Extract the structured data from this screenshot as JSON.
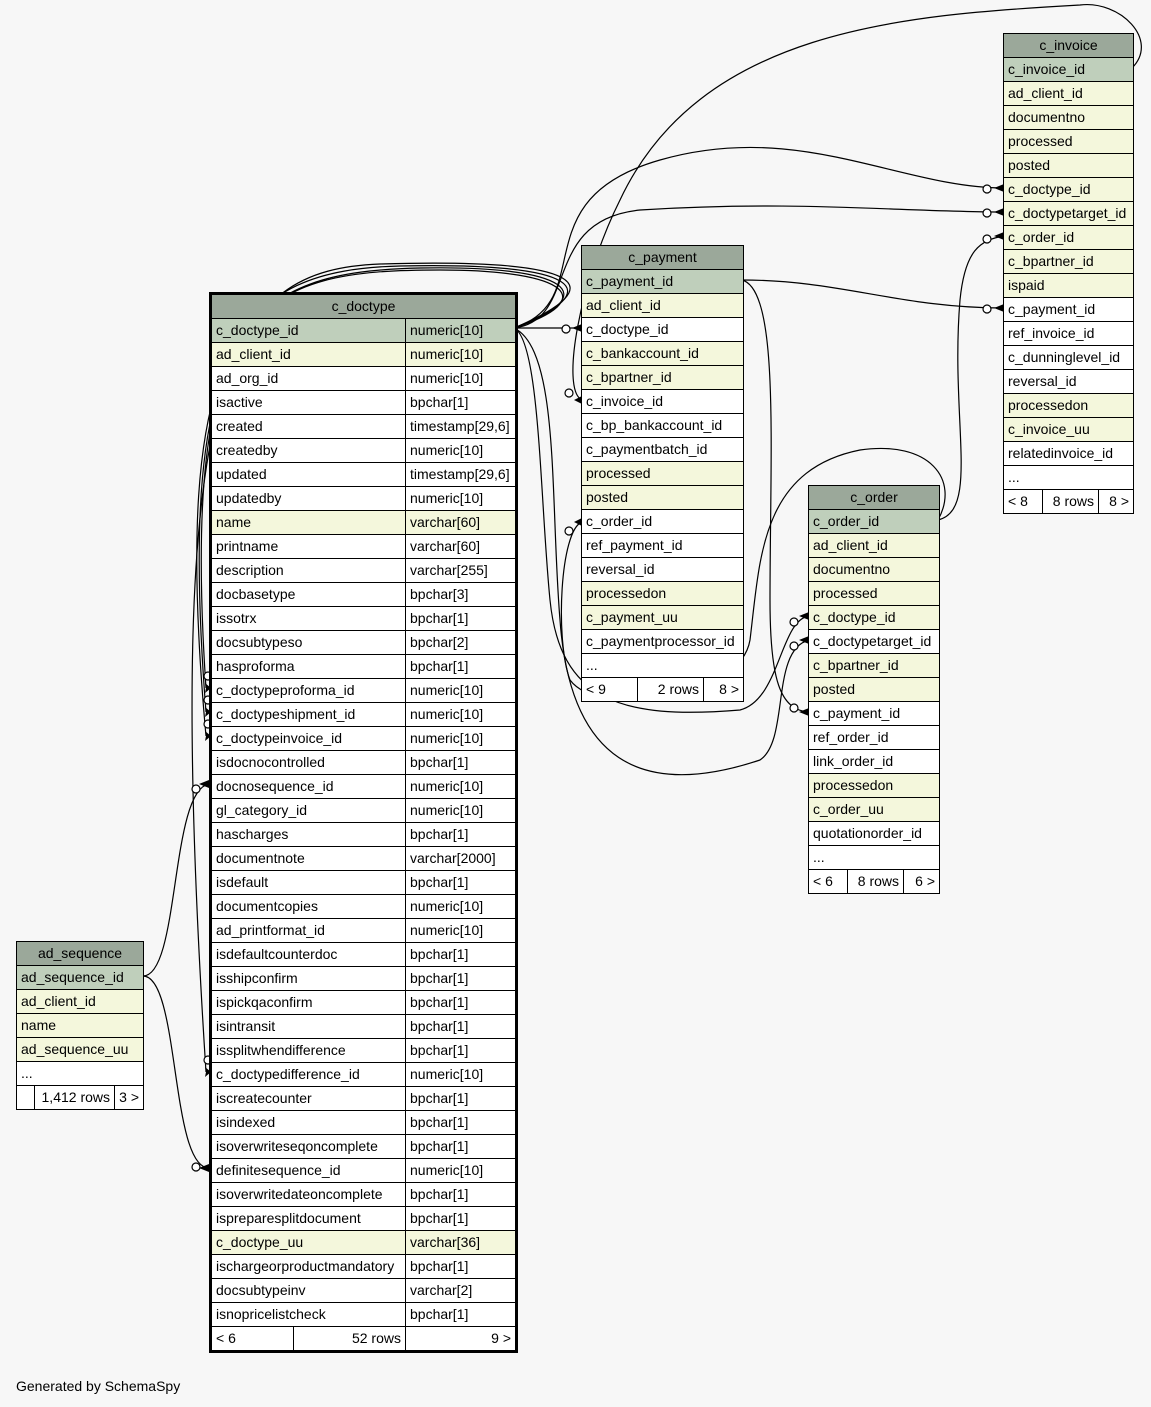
{
  "credit": "Generated by SchemaSpy",
  "tables": [
    {
      "id": "c_doctype",
      "name": "c_doctype",
      "typed": true,
      "focus": true,
      "columns": [
        {
          "name": "c_doctype_id",
          "type": "numeric[10]",
          "kind": "pk"
        },
        {
          "name": "ad_client_id",
          "type": "numeric[10]",
          "kind": "fk"
        },
        {
          "name": "ad_org_id",
          "type": "numeric[10]",
          "kind": ""
        },
        {
          "name": "isactive",
          "type": "bpchar[1]",
          "kind": ""
        },
        {
          "name": "created",
          "type": "timestamp[29,6]",
          "kind": ""
        },
        {
          "name": "createdby",
          "type": "numeric[10]",
          "kind": ""
        },
        {
          "name": "updated",
          "type": "timestamp[29,6]",
          "kind": ""
        },
        {
          "name": "updatedby",
          "type": "numeric[10]",
          "kind": ""
        },
        {
          "name": "name",
          "type": "varchar[60]",
          "kind": "fk"
        },
        {
          "name": "printname",
          "type": "varchar[60]",
          "kind": ""
        },
        {
          "name": "description",
          "type": "varchar[255]",
          "kind": ""
        },
        {
          "name": "docbasetype",
          "type": "bpchar[3]",
          "kind": ""
        },
        {
          "name": "issotrx",
          "type": "bpchar[1]",
          "kind": ""
        },
        {
          "name": "docsubtypeso",
          "type": "bpchar[2]",
          "kind": ""
        },
        {
          "name": "hasproforma",
          "type": "bpchar[1]",
          "kind": ""
        },
        {
          "name": "c_doctypeproforma_id",
          "type": "numeric[10]",
          "kind": ""
        },
        {
          "name": "c_doctypeshipment_id",
          "type": "numeric[10]",
          "kind": ""
        },
        {
          "name": "c_doctypeinvoice_id",
          "type": "numeric[10]",
          "kind": ""
        },
        {
          "name": "isdocnocontrolled",
          "type": "bpchar[1]",
          "kind": ""
        },
        {
          "name": "docnosequence_id",
          "type": "numeric[10]",
          "kind": ""
        },
        {
          "name": "gl_category_id",
          "type": "numeric[10]",
          "kind": ""
        },
        {
          "name": "hascharges",
          "type": "bpchar[1]",
          "kind": ""
        },
        {
          "name": "documentnote",
          "type": "varchar[2000]",
          "kind": ""
        },
        {
          "name": "isdefault",
          "type": "bpchar[1]",
          "kind": ""
        },
        {
          "name": "documentcopies",
          "type": "numeric[10]",
          "kind": ""
        },
        {
          "name": "ad_printformat_id",
          "type": "numeric[10]",
          "kind": ""
        },
        {
          "name": "isdefaultcounterdoc",
          "type": "bpchar[1]",
          "kind": ""
        },
        {
          "name": "isshipconfirm",
          "type": "bpchar[1]",
          "kind": ""
        },
        {
          "name": "ispickqaconfirm",
          "type": "bpchar[1]",
          "kind": ""
        },
        {
          "name": "isintransit",
          "type": "bpchar[1]",
          "kind": ""
        },
        {
          "name": "issplitwhendifference",
          "type": "bpchar[1]",
          "kind": ""
        },
        {
          "name": "c_doctypedifference_id",
          "type": "numeric[10]",
          "kind": ""
        },
        {
          "name": "iscreatecounter",
          "type": "bpchar[1]",
          "kind": ""
        },
        {
          "name": "isindexed",
          "type": "bpchar[1]",
          "kind": ""
        },
        {
          "name": "isoverwriteseqoncomplete",
          "type": "bpchar[1]",
          "kind": ""
        },
        {
          "name": "definitesequence_id",
          "type": "numeric[10]",
          "kind": ""
        },
        {
          "name": "isoverwritedateoncomplete",
          "type": "bpchar[1]",
          "kind": ""
        },
        {
          "name": "ispreparesplitdocument",
          "type": "bpchar[1]",
          "kind": ""
        },
        {
          "name": "c_doctype_uu",
          "type": "varchar[36]",
          "kind": "fk"
        },
        {
          "name": "ischargeorproductmandatory",
          "type": "bpchar[1]",
          "kind": ""
        },
        {
          "name": "docsubtypeinv",
          "type": "varchar[2]",
          "kind": ""
        },
        {
          "name": "isnopricelistcheck",
          "type": "bpchar[1]",
          "kind": ""
        }
      ],
      "footer": [
        "< 6",
        "52 rows",
        "9 >"
      ]
    },
    {
      "id": "c_payment",
      "name": "c_payment",
      "typed": false,
      "columns": [
        {
          "name": "c_payment_id",
          "kind": "pk"
        },
        {
          "name": "ad_client_id",
          "kind": "fk"
        },
        {
          "name": "c_doctype_id",
          "kind": ""
        },
        {
          "name": "c_bankaccount_id",
          "kind": "fk"
        },
        {
          "name": "c_bpartner_id",
          "kind": "fk"
        },
        {
          "name": "c_invoice_id",
          "kind": ""
        },
        {
          "name": "c_bp_bankaccount_id",
          "kind": ""
        },
        {
          "name": "c_paymentbatch_id",
          "kind": ""
        },
        {
          "name": "processed",
          "kind": "fk"
        },
        {
          "name": "posted",
          "kind": "fk"
        },
        {
          "name": "c_order_id",
          "kind": ""
        },
        {
          "name": "ref_payment_id",
          "kind": ""
        },
        {
          "name": "reversal_id",
          "kind": ""
        },
        {
          "name": "processedon",
          "kind": "fk"
        },
        {
          "name": "c_payment_uu",
          "kind": "fk"
        },
        {
          "name": "c_paymentprocessor_id",
          "kind": ""
        },
        {
          "name": "...",
          "kind": ""
        }
      ],
      "footer": [
        "< 9",
        "2 rows",
        "8 >"
      ]
    },
    {
      "id": "c_invoice",
      "name": "c_invoice",
      "typed": false,
      "columns": [
        {
          "name": "c_invoice_id",
          "kind": "pk"
        },
        {
          "name": "ad_client_id",
          "kind": "fk"
        },
        {
          "name": "documentno",
          "kind": "fk"
        },
        {
          "name": "processed",
          "kind": "fk"
        },
        {
          "name": "posted",
          "kind": "fk"
        },
        {
          "name": "c_doctype_id",
          "kind": "fk"
        },
        {
          "name": "c_doctypetarget_id",
          "kind": "fk"
        },
        {
          "name": "c_order_id",
          "kind": "fk"
        },
        {
          "name": "c_bpartner_id",
          "kind": "fk"
        },
        {
          "name": "ispaid",
          "kind": "fk"
        },
        {
          "name": "c_payment_id",
          "kind": ""
        },
        {
          "name": "ref_invoice_id",
          "kind": ""
        },
        {
          "name": "c_dunninglevel_id",
          "kind": ""
        },
        {
          "name": "reversal_id",
          "kind": ""
        },
        {
          "name": "processedon",
          "kind": "fk"
        },
        {
          "name": "c_invoice_uu",
          "kind": "fk"
        },
        {
          "name": "relatedinvoice_id",
          "kind": ""
        },
        {
          "name": "...",
          "kind": ""
        }
      ],
      "footer": [
        "< 8",
        "8 rows",
        "8 >"
      ]
    },
    {
      "id": "c_order",
      "name": "c_order",
      "typed": false,
      "columns": [
        {
          "name": "c_order_id",
          "kind": "pk"
        },
        {
          "name": "ad_client_id",
          "kind": "fk"
        },
        {
          "name": "documentno",
          "kind": "fk"
        },
        {
          "name": "processed",
          "kind": "fk"
        },
        {
          "name": "c_doctype_id",
          "kind": "fk"
        },
        {
          "name": "c_doctypetarget_id",
          "kind": ""
        },
        {
          "name": "c_bpartner_id",
          "kind": "fk"
        },
        {
          "name": "posted",
          "kind": "fk"
        },
        {
          "name": "c_payment_id",
          "kind": ""
        },
        {
          "name": "ref_order_id",
          "kind": ""
        },
        {
          "name": "link_order_id",
          "kind": ""
        },
        {
          "name": "processedon",
          "kind": "fk"
        },
        {
          "name": "c_order_uu",
          "kind": "fk"
        },
        {
          "name": "quotationorder_id",
          "kind": ""
        },
        {
          "name": "...",
          "kind": ""
        }
      ],
      "footer": [
        "< 6",
        "8 rows",
        "6 >"
      ]
    },
    {
      "id": "ad_sequence",
      "name": "ad_sequence",
      "typed": false,
      "columns": [
        {
          "name": "ad_sequence_id",
          "kind": "pk"
        },
        {
          "name": "ad_client_id",
          "kind": "fk"
        },
        {
          "name": "name",
          "kind": "fk"
        },
        {
          "name": "ad_sequence_uu",
          "kind": "fk"
        },
        {
          "name": "...",
          "kind": ""
        }
      ],
      "footer": [
        "",
        "1,412 rows",
        "3 >"
      ]
    }
  ]
}
